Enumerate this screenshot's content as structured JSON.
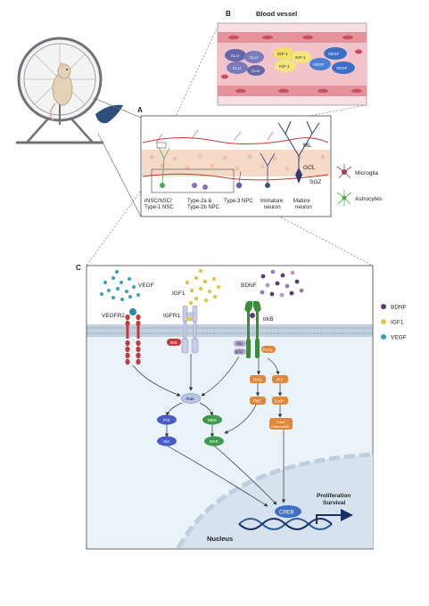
{
  "panels": {
    "a": "A",
    "b": "B",
    "c": "C"
  },
  "panel_b": {
    "title": "Blood vessel",
    "clu": "CLU",
    "igf": "IGF-1",
    "vegf": "VEGF"
  },
  "panel_a": {
    "layers": {
      "ml": "ML",
      "gcl": "GCL",
      "sgz": "SGZ"
    },
    "cells": {
      "nsc": [
        "rNSC/NSC/",
        "Type-1 NSC"
      ],
      "type2": [
        "Type-2a &",
        "Type-2b NPC"
      ],
      "type3": "Type-3 NPC",
      "immature": [
        "Immature",
        "neuron"
      ],
      "mature": [
        "Mature",
        "neuron"
      ]
    },
    "side": {
      "microglia": "Microglia",
      "astrocytes": "Astrocytes"
    }
  },
  "panel_c": {
    "ligands": {
      "vegf": "VEGF",
      "igf1": "IGF1",
      "bdnf": "BDNF"
    },
    "receptors": {
      "vegfr2": "VEGFR2",
      "igfr1": "IGFR1",
      "trkb": "trkB"
    },
    "adaptors": {
      "irs": "IRS",
      "shc": "Shc",
      "grb2": "grb2",
      "plcg": "PLCγ"
    },
    "nodes": {
      "ras": "Ras",
      "pi3": "PI3",
      "akt": "Akt",
      "mek": "MEK",
      "erk": "ERK",
      "dag": "DAG",
      "ip3": "IP3",
      "pkc": "PKC",
      "ca": "Ca2+",
      "cam1": "CaM/",
      "cam2": "Calmodulin",
      "creb": "CREB"
    },
    "outcomes": [
      "Proliferation",
      "Survival"
    ],
    "nucleus": "Nucleus",
    "legend": [
      {
        "label": "BDNF",
        "color": "#5a3a7a"
      },
      {
        "label": "IGF1",
        "color": "#e2c24a"
      },
      {
        "label": "VEGF",
        "color": "#3aa0b8"
      }
    ]
  }
}
